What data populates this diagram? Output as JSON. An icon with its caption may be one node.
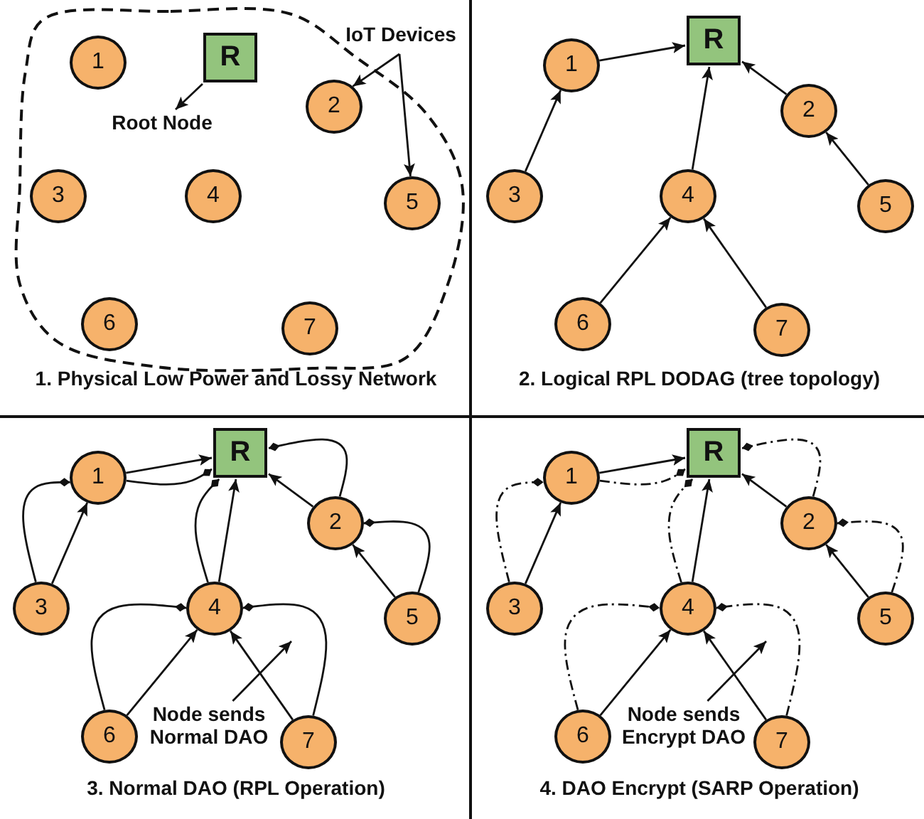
{
  "diagram": {
    "nodes": [
      {
        "text": [
          "R"
        ]
      },
      {
        "text": [
          "1"
        ]
      },
      {
        "text": [
          "2"
        ]
      },
      {
        "text": [
          "3"
        ]
      },
      {
        "text": [
          "4"
        ]
      },
      {
        "text": [
          "5"
        ]
      },
      {
        "text": [
          "6"
        ]
      },
      {
        "text": [
          "7"
        ]
      },
      {
        "text": [
          "Root Node"
        ]
      },
      {
        "text": [
          "IoT Devices"
        ]
      },
      {
        "text": [
          "R"
        ]
      },
      {
        "text": [
          "1"
        ]
      },
      {
        "text": [
          "2"
        ]
      },
      {
        "text": [
          "3"
        ]
      },
      {
        "text": [
          "4"
        ]
      },
      {
        "text": [
          "5"
        ]
      },
      {
        "text": [
          "6"
        ]
      },
      {
        "text": [
          "7"
        ]
      },
      {
        "text": [
          "R"
        ]
      },
      {
        "text": [
          "1"
        ]
      },
      {
        "text": [
          "2"
        ]
      },
      {
        "text": [
          "3"
        ]
      },
      {
        "text": [
          "4"
        ]
      },
      {
        "text": [
          "5"
        ]
      },
      {
        "text": [
          "6"
        ]
      },
      {
        "text": [
          "7"
        ]
      },
      {
        "text": [
          "Node sends Normal DAO"
        ]
      },
      {
        "text": [
          "R"
        ]
      },
      {
        "text": [
          "1"
        ]
      },
      {
        "text": [
          "2"
        ]
      },
      {
        "text": [
          "3"
        ]
      },
      {
        "text": [
          "4"
        ]
      },
      {
        "text": [
          "5"
        ]
      },
      {
        "text": [
          "6"
        ]
      },
      {
        "text": [
          "7"
        ]
      },
      {
        "text": [
          "Node sends Encrypt DAO"
        ]
      }
    ],
    "edges": [
      {
        "from": 0,
        "to": 8,
        "arrow": "to"
      },
      {
        "from": 9,
        "to": 2,
        "arrow": "to"
      },
      {
        "from": 9,
        "to": 5,
        "arrow": "to"
      },
      {
        "from": 11,
        "to": 10,
        "arrow": "to"
      },
      {
        "from": 13,
        "to": 11,
        "arrow": "to"
      },
      {
        "from": 14,
        "to": 10,
        "arrow": "to"
      },
      {
        "from": 12,
        "to": 10,
        "arrow": "to"
      },
      {
        "from": 15,
        "to": 12,
        "arrow": "to"
      },
      {
        "from": 16,
        "to": 14,
        "arrow": "to"
      },
      {
        "from": 17,
        "to": 14,
        "arrow": "to"
      },
      {
        "from": 19,
        "to": 18,
        "arrow": "to"
      },
      {
        "from": 21,
        "to": 19,
        "arrow": "to"
      },
      {
        "from": 22,
        "to": 18,
        "arrow": "to"
      },
      {
        "from": 20,
        "to": 18,
        "arrow": "to"
      },
      {
        "from": 23,
        "to": 20,
        "arrow": "to"
      },
      {
        "from": 24,
        "to": 22,
        "arrow": "to"
      },
      {
        "from": 25,
        "to": 22,
        "arrow": "to"
      },
      {
        "from": 21,
        "to": 19,
        "arrow": "other"
      },
      {
        "from": 19,
        "to": 18,
        "arrow": "other"
      },
      {
        "from": 22,
        "to": 18,
        "arrow": "other"
      },
      {
        "from": 20,
        "to": 18,
        "arrow": "other"
      },
      {
        "from": 23,
        "to": 20,
        "arrow": "other"
      },
      {
        "from": 24,
        "to": 22,
        "arrow": "other"
      },
      {
        "from": 25,
        "to": 22,
        "arrow": "other"
      },
      {
        "from": 26,
        "to": null,
        "arrow": "to"
      },
      {
        "from": 28,
        "to": 27,
        "arrow": "to"
      },
      {
        "from": 30,
        "to": 28,
        "arrow": "to"
      },
      {
        "from": 31,
        "to": 27,
        "arrow": "to"
      },
      {
        "from": 29,
        "to": 27,
        "arrow": "to"
      },
      {
        "from": 32,
        "to": 29,
        "arrow": "to"
      },
      {
        "from": 33,
        "to": 31,
        "arrow": "to"
      },
      {
        "from": 34,
        "to": 31,
        "arrow": "to"
      },
      {
        "from": 30,
        "to": 28,
        "arrow": "other",
        "style": "dashed"
      },
      {
        "from": 28,
        "to": 27,
        "arrow": "other",
        "style": "dashed"
      },
      {
        "from": 31,
        "to": 27,
        "arrow": "other",
        "style": "dashed"
      },
      {
        "from": 29,
        "to": 27,
        "arrow": "other",
        "style": "dashed"
      },
      {
        "from": 32,
        "to": 29,
        "arrow": "other",
        "style": "dashed"
      },
      {
        "from": 33,
        "to": 31,
        "arrow": "other",
        "style": "dashed"
      },
      {
        "from": 34,
        "to": 31,
        "arrow": "other",
        "style": "dashed"
      },
      {
        "from": 35,
        "to": null,
        "arrow": "to"
      }
    ],
    "labels": [
      "1. Physical Low Power and Lossy Network",
      "2. Logical RPL DODAG (tree topology)",
      "3. Normal DAO (RPL Operation)",
      "4. DAO Encrypt (SARP Operation)"
    ]
  }
}
